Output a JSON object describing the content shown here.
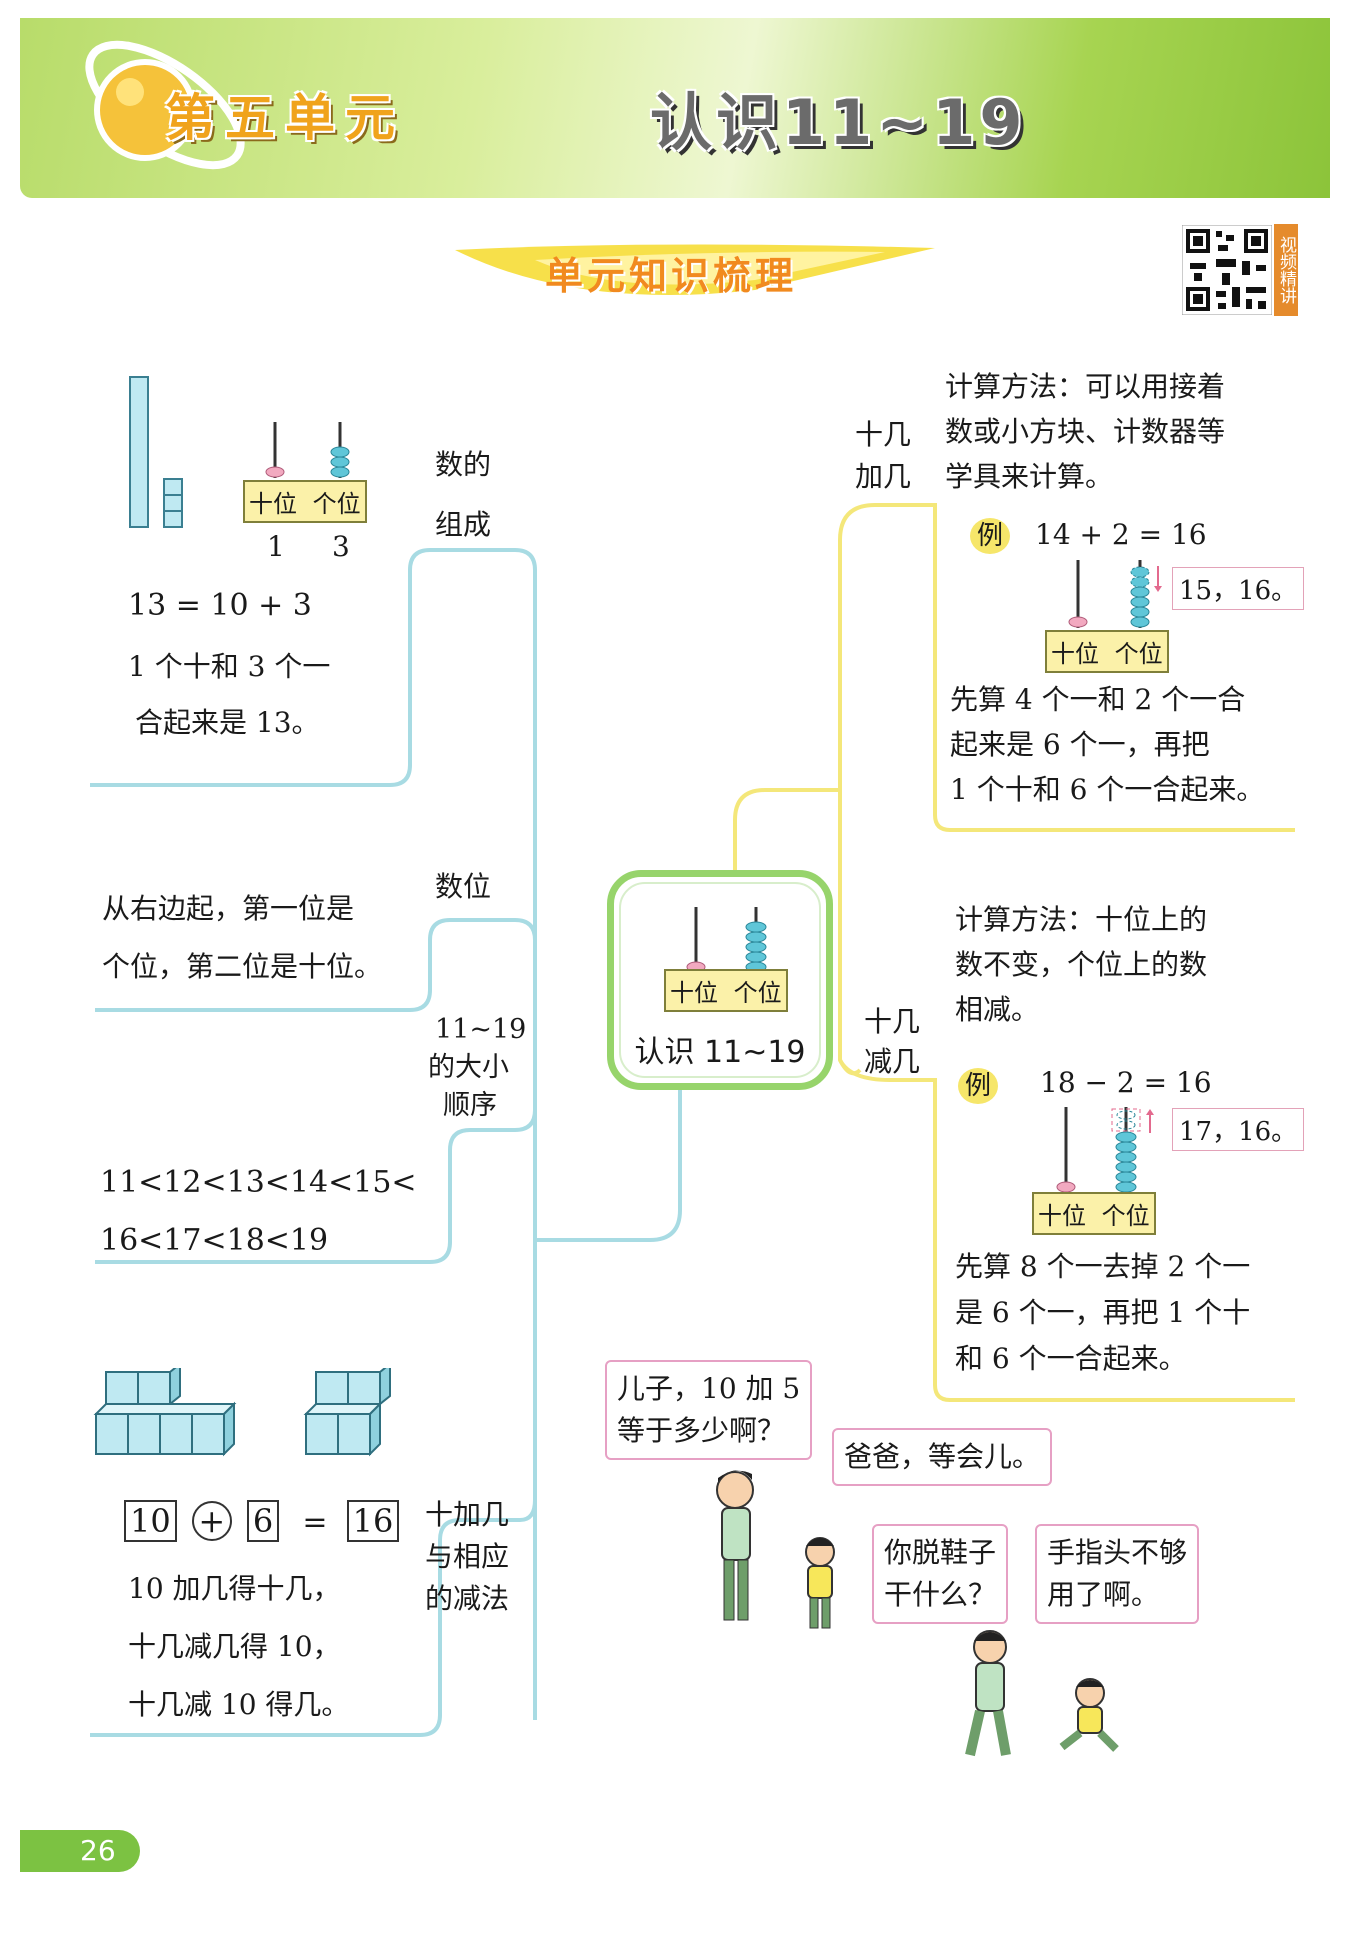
{
  "header": {
    "unit_label": "第五单元",
    "title": "认识11~19"
  },
  "section_title": "单元知识梳理",
  "qr_label": "视频精讲",
  "abacus_labels": {
    "tens": "十位",
    "ones": "个位"
  },
  "center": {
    "title": "认识 11~19"
  },
  "left": {
    "composition": {
      "branch_label_1": "数的",
      "branch_label_2": "组成",
      "digit_tens": "1",
      "digit_ones": "3",
      "equation": "13 = 10 + 3",
      "text_1": "1 个十和 3 个一",
      "text_2": "合起来是 13。"
    },
    "place_value": {
      "branch_label": "数位",
      "text_1": "从右边起，第一位是",
      "text_2": "个位，第二位是十位。"
    },
    "order": {
      "branch_label_1": "11~19",
      "branch_label_2": "的大小",
      "branch_label_3": "顺序",
      "text_1": "11<12<13<14<15<",
      "text_2": "16<17<18<19"
    },
    "add_sub": {
      "branch_label_1": "十加几",
      "branch_label_2": "与相应",
      "branch_label_3": "的减法",
      "eq_a": "10",
      "eq_op": "+",
      "eq_b": "6",
      "eq_eq": "=",
      "eq_result": "16",
      "text_1": "10 加几得十几，",
      "text_2": "十几减几得 10，",
      "text_3": "十几减 10 得几。"
    }
  },
  "right": {
    "addition": {
      "branch_label_1": "十几",
      "branch_label_2": "加几",
      "method_1": "计算方法：可以用接着",
      "method_2": "数或小方块、计数器等",
      "method_3": "学具来计算。",
      "example_badge": "例",
      "example_eq": "14 + 2 = 16",
      "count_note": "15，16。",
      "explain_1": "先算 4 个一和 2 个一合",
      "explain_2": "起来是 6 个一，再把",
      "explain_3": "1 个十和 6 个一合起来。"
    },
    "subtraction": {
      "branch_label_1": "十几",
      "branch_label_2": "减几",
      "method_1": "计算方法：十位上的",
      "method_2": "数不变，个位上的数",
      "method_3": "相减。",
      "example_badge": "例",
      "example_eq": "18 − 2 = 16",
      "count_note": "17，16。",
      "explain_1": "先算 8 个一去掉 2 个一",
      "explain_2": "是 6 个一，再把 1 个十",
      "explain_3": "和 6 个一合起来。"
    }
  },
  "comic": {
    "bubble_1_line_1": "儿子，10 加 5",
    "bubble_1_line_2": "等于多少啊？",
    "bubble_2": "爸爸，等会儿。",
    "bubble_3_line_1": "你脱鞋子",
    "bubble_3_line_2": "干什么？",
    "bubble_4_line_1": "手指头不够",
    "bubble_4_line_2": "用了啊。"
  },
  "page_number": "26",
  "colors": {
    "header_green": "#a7d451",
    "unit_orange": "#f0a31c",
    "branch_blue": "#a8dbe3",
    "branch_yellow": "#f4e77a",
    "center_green": "#97d46b",
    "bead_blue": "#5fc6d8",
    "bead_pink": "#f2a9c0"
  }
}
